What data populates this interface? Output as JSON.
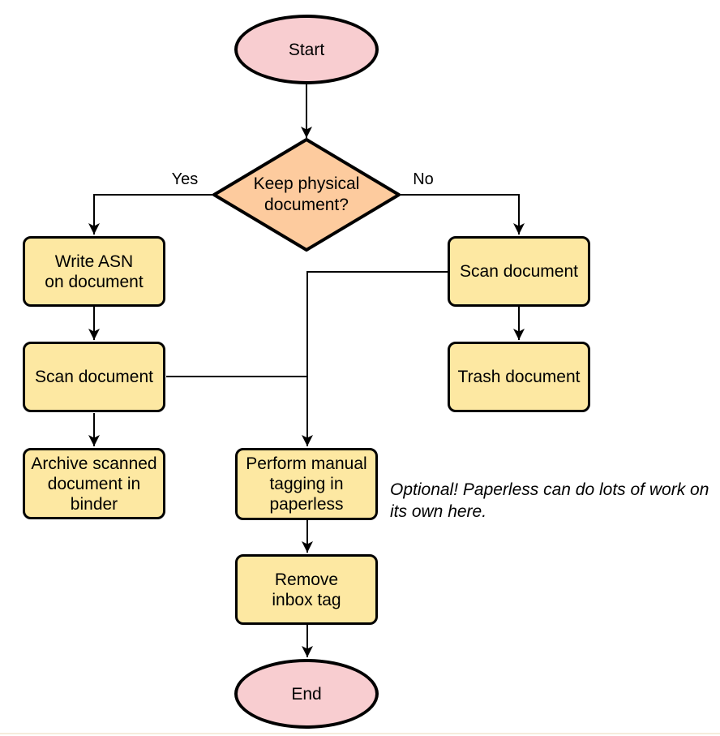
{
  "diagram_type": "flowchart",
  "colors": {
    "terminal_fill": "#f8cdd0",
    "decision_fill": "#fdcb9e",
    "process_fill": "#fde8a2",
    "stroke": "#000000"
  },
  "nodes": {
    "start": {
      "label": "Start",
      "shape": "ellipse"
    },
    "decision": {
      "label": "Keep physical\ndocument?",
      "shape": "diamond"
    },
    "write_asn": {
      "label": "Write ASN\non document",
      "shape": "process"
    },
    "scan_left": {
      "label": "Scan document",
      "shape": "process"
    },
    "archive": {
      "label": "Archive scanned\ndocument in\nbinder",
      "shape": "process"
    },
    "scan_right": {
      "label": "Scan document",
      "shape": "process"
    },
    "trash": {
      "label": "Trash document",
      "shape": "process"
    },
    "tagging": {
      "label": "Perform manual\ntagging in\npaperless",
      "shape": "process"
    },
    "remove_inbox": {
      "label": "Remove\ninbox tag",
      "shape": "process"
    },
    "end": {
      "label": "End",
      "shape": "ellipse"
    }
  },
  "edge_labels": {
    "yes": "Yes",
    "no": "No"
  },
  "note": {
    "text": "Optional! Paperless can do lots of work on\nits own here."
  }
}
